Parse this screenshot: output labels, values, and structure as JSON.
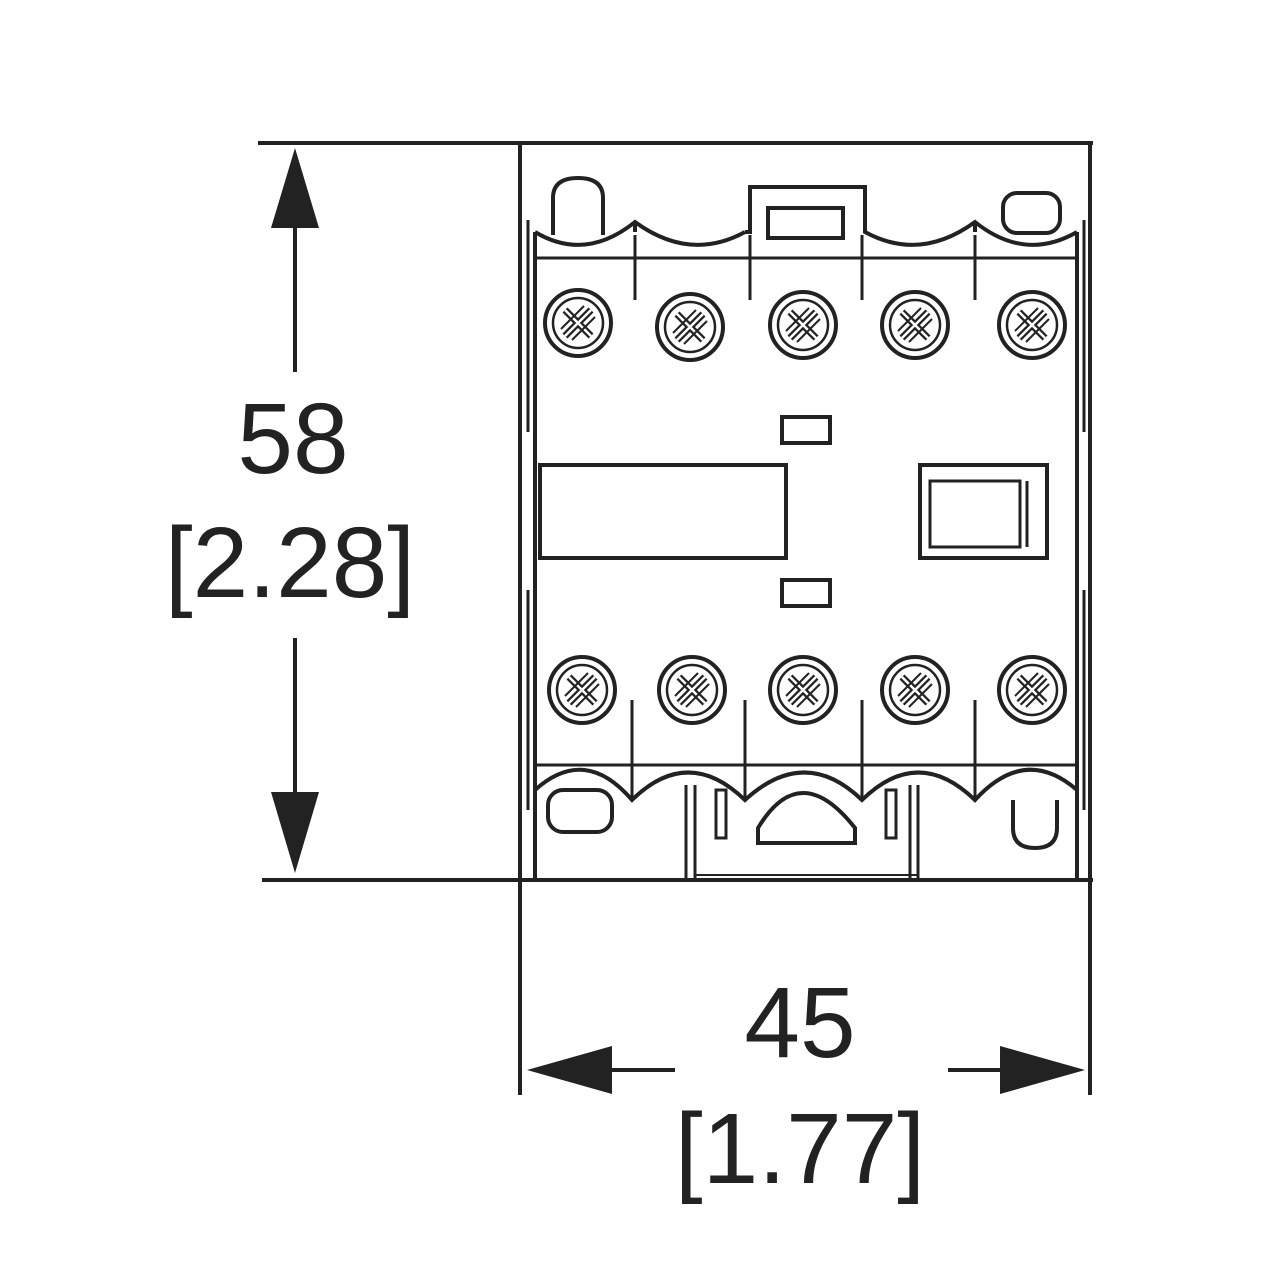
{
  "dimensions": {
    "height": {
      "metric": "58",
      "imperial": "[2.28]"
    },
    "width": {
      "metric": "45",
      "imperial": "[1.77]"
    }
  },
  "colors": {
    "line": "#222222",
    "background": "#ffffff"
  },
  "components": {
    "top_terminals": 5,
    "bottom_terminals": 5
  }
}
